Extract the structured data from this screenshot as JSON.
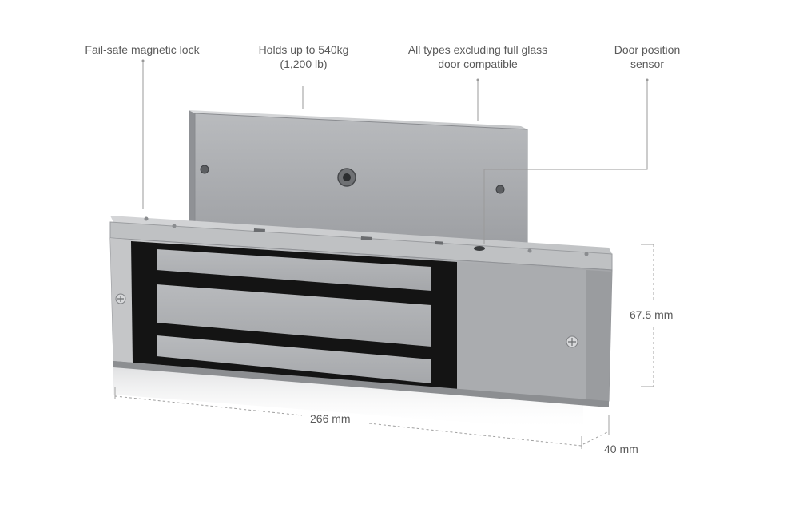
{
  "callouts": [
    {
      "lines": [
        "Fail-safe magnetic lock"
      ]
    },
    {
      "lines": [
        "Holds up to 540kg",
        "(1,200 lb)"
      ]
    },
    {
      "lines": [
        "All types excluding full glass",
        "door compatible"
      ]
    },
    {
      "lines": [
        "Door position",
        "sensor"
      ]
    }
  ],
  "dimensions": {
    "height": "67.5 mm",
    "length": "266 mm",
    "depth": "40 mm"
  },
  "colors": {
    "label_text": "#5a5a5a",
    "leader_line": "#9a9a9a",
    "metal_light": "#c9cacc",
    "metal_dark": "#8e9093",
    "rubber_black": "#141414"
  }
}
